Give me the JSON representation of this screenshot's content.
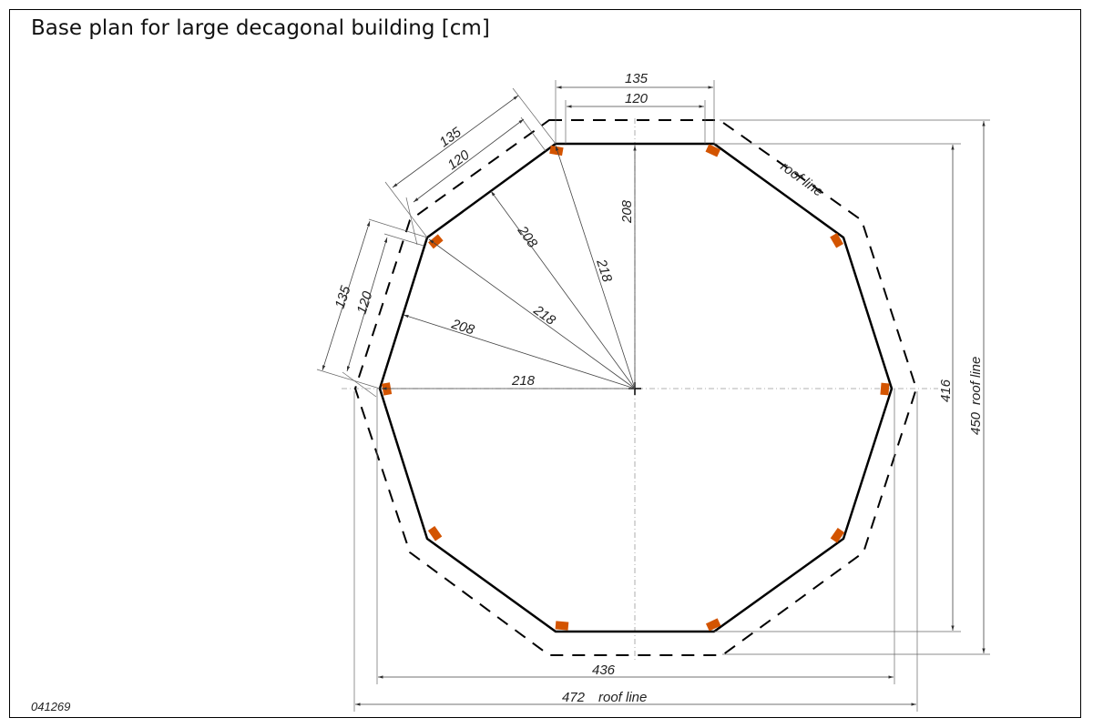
{
  "title": "Base plan for large decagonal building [cm]",
  "drawing_number": "041269",
  "colors": {
    "wall": "#000000",
    "post": "#d35400",
    "roof_line": "#000000"
  },
  "dimensions": {
    "top_outer": "135",
    "top_inner": "120",
    "diag_outer": "135",
    "diag_inner": "120",
    "left_outer": "135",
    "left_inner": "120",
    "radius_inner_vertical": "208",
    "radius_inner_diag": "208",
    "radius_inner_left": "208",
    "radius_outer_top": "218",
    "radius_outer_diag": "218",
    "radius_outer_horizontal": "218",
    "height_walls": "416",
    "height_roof": "450",
    "height_roof_label": "roof line",
    "width_walls": "436",
    "width_roof": "472",
    "width_roof_label": "roof line",
    "roof_line_label": "roof line"
  }
}
